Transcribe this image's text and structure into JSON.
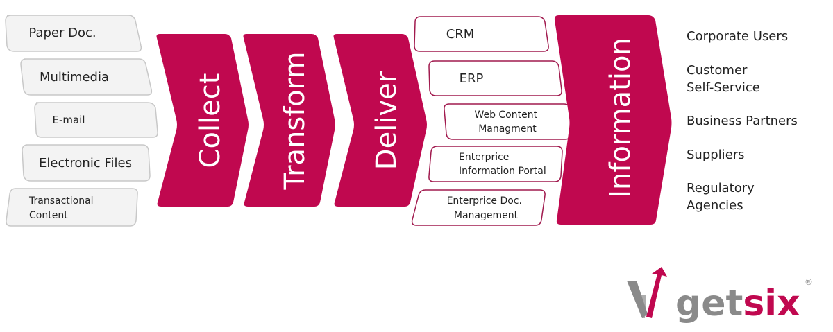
{
  "sources": [
    {
      "label": "Paper Doc."
    },
    {
      "label": "Multimedia"
    },
    {
      "label": "E-mail"
    },
    {
      "label": "Electronic Files"
    },
    {
      "label": "Transactional Content"
    }
  ],
  "stages": [
    {
      "label": "Collect"
    },
    {
      "label": "Transform"
    },
    {
      "label": "Deliver"
    }
  ],
  "targets": [
    {
      "label": "CRM"
    },
    {
      "label": "ERP"
    },
    {
      "label": "Web Content Managment"
    },
    {
      "label": "Enterprice Information Portal"
    },
    {
      "label": "Enterprice Doc. Management"
    }
  ],
  "information": {
    "label": "Information"
  },
  "audiences": [
    {
      "label": "Corporate Users"
    },
    {
      "label": "Customer\nSelf-Service"
    },
    {
      "label": "Business Partners"
    },
    {
      "label": "Suppliers"
    },
    {
      "label": "Regulatory\nAgencies"
    }
  ],
  "logo": {
    "text_main": "get",
    "text_accent": "six",
    "registered": "®"
  },
  "colors": {
    "accent": "#c0084f",
    "box_fill": "#f3f3f3",
    "box_stroke": "#c8c8c8",
    "logo_gray": "#8a8a8a"
  }
}
